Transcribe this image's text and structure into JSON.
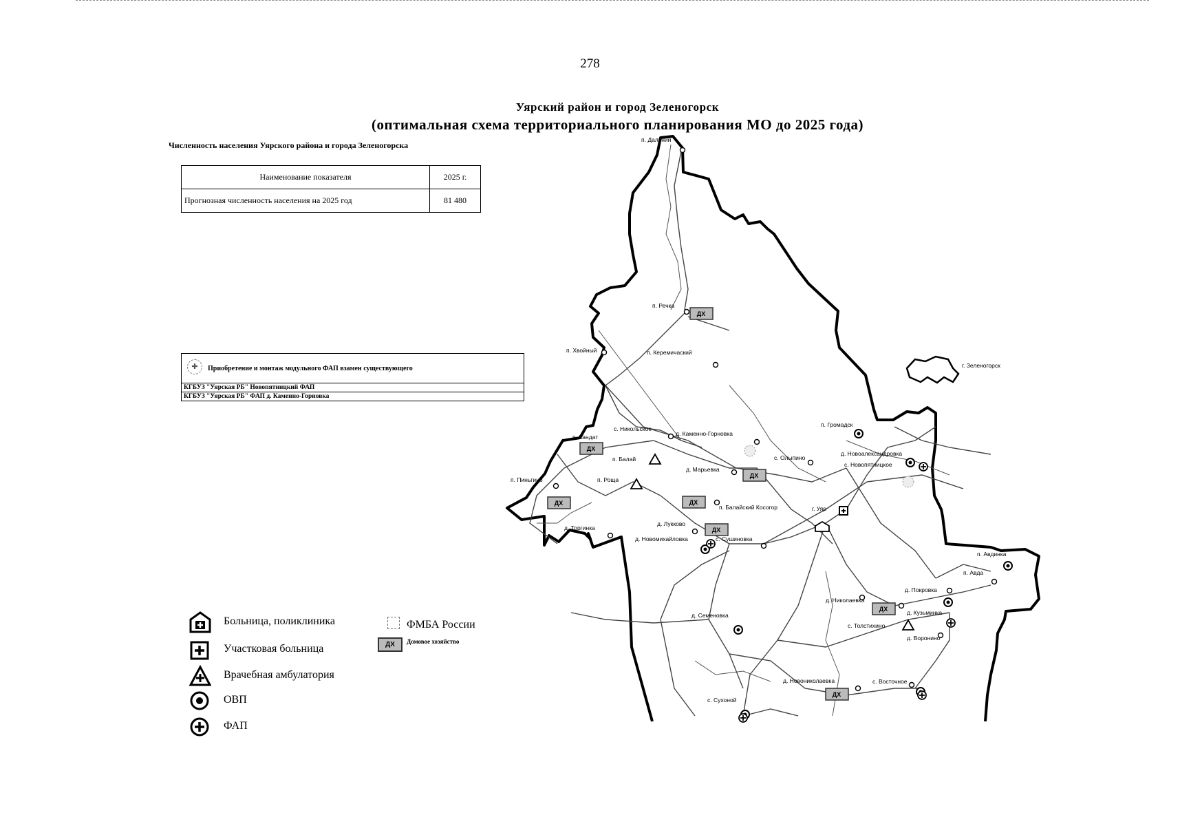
{
  "page_number": "278",
  "title": "Уярский район и город Зеленогорск",
  "subtitle": "(оптимальная схема территориального планирования МО до 2025 года)",
  "population": {
    "caption": "Численность населения Уярского района и города Зеленогорска",
    "header_name": "Наименование  показателя",
    "header_year": "2025 г.",
    "row_name": "Прогнозная численность населения на 2025 год",
    "row_value": "81 480"
  },
  "fap_table": {
    "header": "Приобретение и монтаж модульного ФАП взамен существующего",
    "rows": [
      "КГБУЗ \"Уярская РБ\" Новопятницкий ФАП",
      "КГБУЗ \"Уярская РБ\" ФАП д. Каменно-Горновка"
    ]
  },
  "legend": {
    "hospital": "Больница, поликлиника",
    "district_hospital": "Участковая больница",
    "ambulatory": "Врачебная амбулатория",
    "ovp": "ОВП",
    "fap": "ФАП",
    "fmba": "ФМБА России",
    "home": "Домовое хозяйство",
    "home_badge": "ДХ"
  },
  "map": {
    "places": [
      {
        "name": "п. Дальний"
      },
      {
        "name": "п. Речка"
      },
      {
        "name": "п. Хвойный"
      },
      {
        "name": "п. Керемичаский"
      },
      {
        "name": "с. Никольское"
      },
      {
        "name": "д. Каменно-Горновка"
      },
      {
        "name": "п. Кандат"
      },
      {
        "name": "п. Балай"
      },
      {
        "name": "д. Марьевка"
      },
      {
        "name": "с. Олыпино"
      },
      {
        "name": "п. Громадск"
      },
      {
        "name": "д. Новоалександровка"
      },
      {
        "name": "с. Новопятницкое"
      },
      {
        "name": "п. Пиньгино"
      },
      {
        "name": "п. Роща"
      },
      {
        "name": "п. Балайский Косогор"
      },
      {
        "name": "г. Уяр"
      },
      {
        "name": "д. Лукково"
      },
      {
        "name": "д. Новомихайловка"
      },
      {
        "name": "с. Сушиновка"
      },
      {
        "name": "д. Торгинка"
      },
      {
        "name": "п. Авдинка"
      },
      {
        "name": "п. Авда"
      },
      {
        "name": "д. Покровка"
      },
      {
        "name": "д. Кузьминка"
      },
      {
        "name": "д. Николаевка"
      },
      {
        "name": "с. Толстихино"
      },
      {
        "name": "д. Воронино"
      },
      {
        "name": "д. Семеновка"
      },
      {
        "name": "д. Новониколаевка"
      },
      {
        "name": "с. Восточное"
      },
      {
        "name": "с. Сухоной"
      },
      {
        "name": "г. Зеленогорск"
      }
    ],
    "home_badge": "ДХ"
  }
}
